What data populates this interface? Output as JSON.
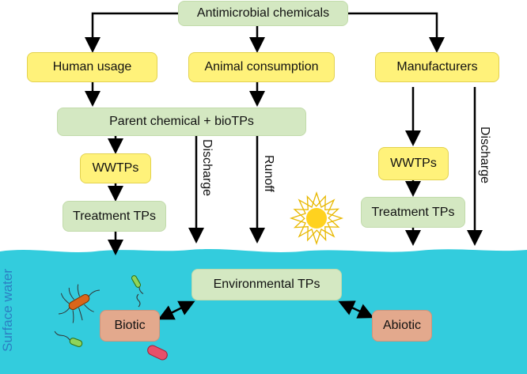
{
  "diagram": {
    "source": "Antimicrobial chemicals",
    "users": {
      "human": "Human usage",
      "animal": "Animal consumption",
      "manufacturers": "Manufacturers"
    },
    "parent": "Parent chemical + bioTPs",
    "wwtps_left": "WWTPs",
    "treatment_left": "Treatment TPs",
    "wwtps_right": "WWTPs",
    "treatment_right": "Treatment TPs",
    "discharge_left": "Discharge",
    "runoff": "Runoff",
    "discharge_right": "Discharge",
    "environmental": "Environmental TPs",
    "biotic": "Biotic",
    "abiotic": "Abiotic",
    "water_label": "Surface water"
  },
  "colors": {
    "water": "#33ccdd",
    "green_box": "#d4e8c2",
    "yellow_box": "#fff27a",
    "salmon_box": "#e3a98d",
    "water_label": "#2b7fc2",
    "sun": "#ffd21f"
  },
  "icons": [
    "sun-icon",
    "bacterium-icon"
  ]
}
